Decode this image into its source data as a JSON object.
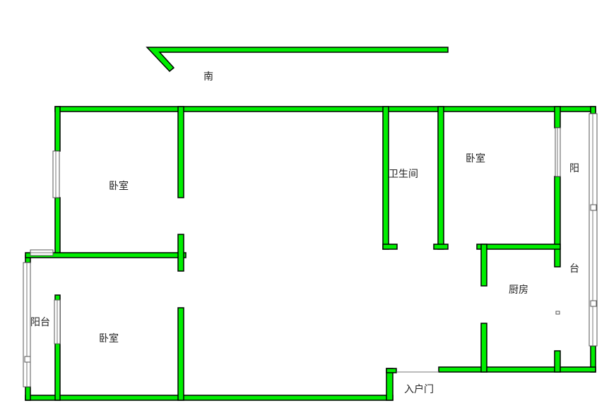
{
  "plan": {
    "compass_label": "南",
    "rooms": {
      "bedroom_top_left": "卧室",
      "bedroom_bottom_left": "卧室",
      "bathroom": "卫生间",
      "bedroom_right": "卧室",
      "kitchen": "厨房",
      "balcony_left": "阳台",
      "balcony_right_top": "阳",
      "balcony_right_bottom": "台"
    },
    "entrance_label": "入户门"
  },
  "colors": {
    "wall": "#00ee00",
    "outline": "#000000",
    "text": "#222222"
  }
}
